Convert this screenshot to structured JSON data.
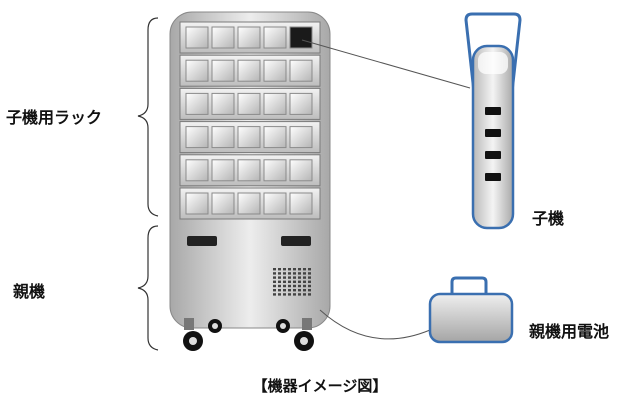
{
  "labels": {
    "rack": "子機用ラック",
    "parent": "親機",
    "child": "子機",
    "battery": "親機用電池"
  },
  "caption": "【機器イメージ図】",
  "rack": {
    "shelves": 6,
    "slots_per_shelf": 5,
    "highlighted_slot": {
      "shelf": 1,
      "slot": 5
    }
  },
  "child_unit": {
    "ports": 4
  },
  "colors": {
    "cabinet": "#d9d9d9",
    "cabinet_dark": "#9a9a9a",
    "slot": "#e6e6e6",
    "highlight_slot": "#1a1a1a",
    "handle_blue": "#3a6fb0",
    "line": "#555555"
  }
}
